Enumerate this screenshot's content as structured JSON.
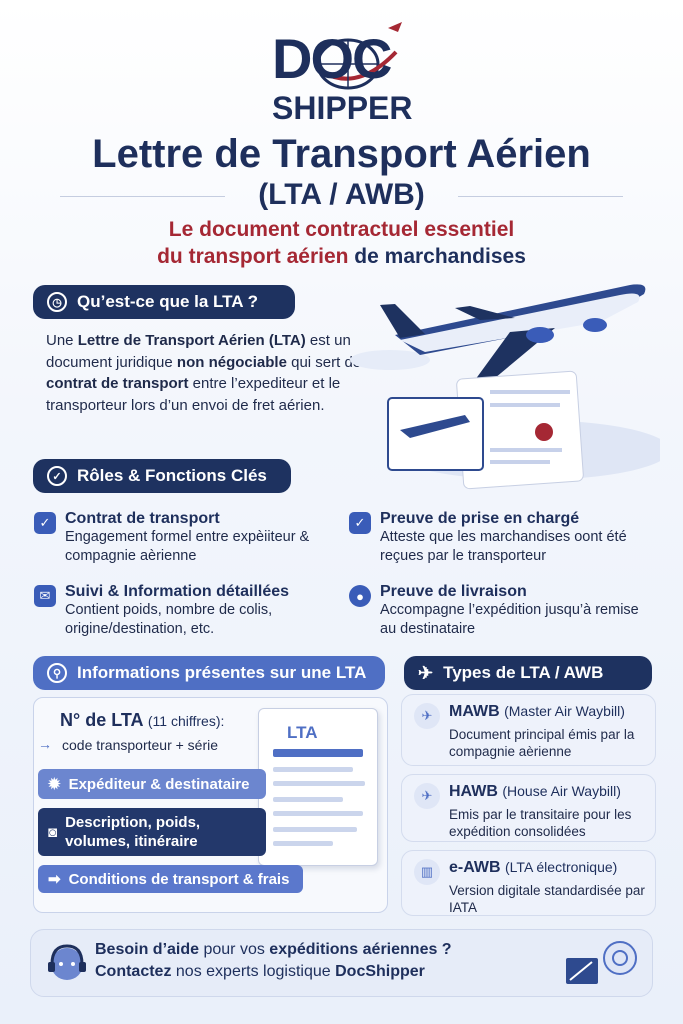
{
  "logo": {
    "top": "DOC",
    "bottom": "SHIPPER"
  },
  "title": "Lettre de Transport Aérien",
  "subtitle": "(LTA / AWB)",
  "tagline": {
    "line1": "Le document contractuel essentiel",
    "line2_red": "du transport aérien",
    "line2_rest": " de marchandises"
  },
  "what": {
    "heading": "Qu’est-ce que la LTA ?",
    "t1": "Une ",
    "b1": "Lettre de Transport Aérien (LTA)",
    "t2": " est un document juridique ",
    "b2": "non négociable",
    "t3": " qui sert de ",
    "b3": "contrat de transport",
    "t4": " entre l’expediteur et le transporteur lors d’un envoi de fret aérien."
  },
  "roles": {
    "heading": "Rôles & Fonctions Clés",
    "items": [
      {
        "title": "Contrat de transport",
        "desc": "Engagement formel entre expèiiteur & compagnie aèrienne"
      },
      {
        "title": "Preuve de prise en chargé",
        "desc": "Atteste que les marchandises oont été reçues par le transporteur"
      },
      {
        "title": "Suivi & Information détaillées",
        "desc": "Contient poids, nombre de colis, origine/destination, etc."
      },
      {
        "title": "Preuve de livraison",
        "desc": "Accompagne l’expédition jusqu’à remise au destinataire"
      }
    ]
  },
  "info": {
    "heading": "Informations présentes sur une LTA",
    "num_label": "N° de LTA",
    "num_count": "(11 chiffres):",
    "num_desc": "code transporteur + série",
    "bars": [
      "Expéditeur & destinataire",
      "Description, poids, volumes, itinéraire",
      "Conditions de transport & frais"
    ],
    "doc_label": "LTA"
  },
  "types": {
    "heading": "Types de LTA / AWB",
    "items": [
      {
        "name": "MAWB",
        "full": "(Master Air Waybill)",
        "desc": "Document principal émis par la compagnie aèrienne"
      },
      {
        "name": "HAWB",
        "full": "(House Air Waybill)",
        "desc": "Emis par le transitaire pour les expédition consolidées"
      },
      {
        "name": "e-AWB",
        "full": "(LTA électronique)",
        "desc": "Version digitale standardisée par IATA"
      }
    ]
  },
  "footer": {
    "b1": "Besoin d’aide",
    "t1": " pour vos ",
    "b2": "expéditions aériennes ?",
    "b3": "Contactez",
    "t2": " nos experts logistique ",
    "b4": "DocShipper"
  },
  "colors": {
    "navy": "#1e2f5c",
    "red": "#a52834",
    "blue": "#4f6fc4"
  },
  "icons": [
    "clock-icon",
    "shield-icon",
    "check-icon",
    "mail-icon",
    "pin-icon",
    "search-icon",
    "plane-icon",
    "headset-icon"
  ]
}
